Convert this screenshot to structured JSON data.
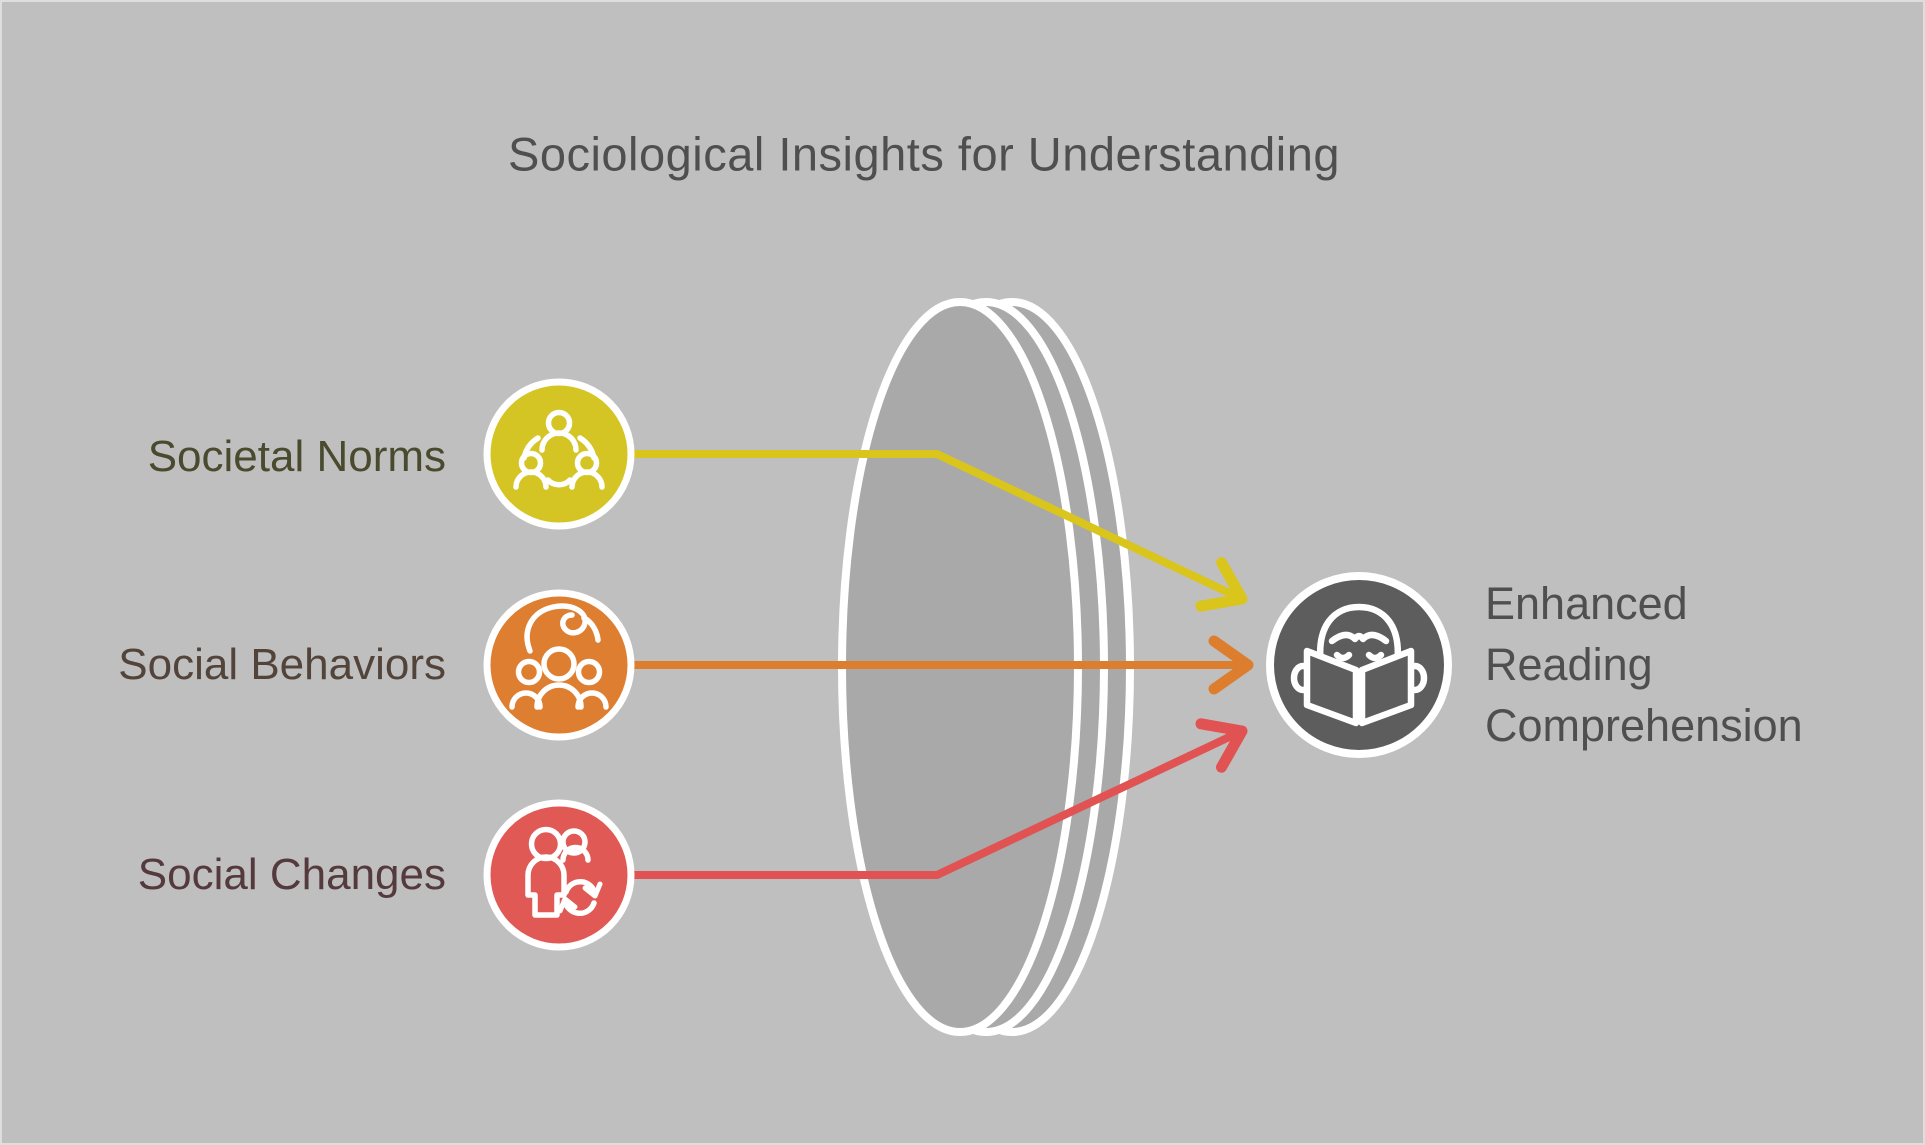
{
  "title": "Sociological Insights for Understanding",
  "inputs": [
    {
      "label": "Societal Norms",
      "icon": "group-network-icon",
      "color": "#d4c525",
      "label_color": "#4a4a2e"
    },
    {
      "label": "Social Behaviors",
      "icon": "hand-over-people-icon",
      "color": "#dd7e30",
      "label_color": "#52443a"
    },
    {
      "label": "Social Changes",
      "icon": "people-change-icon",
      "color": "#e15955",
      "label_color": "#54393d"
    }
  ],
  "output": {
    "label": "Enhanced Reading Comprehension",
    "icon": "person-reading-book-icon",
    "color": "#5d5d5d",
    "label_color": "#4f4f4f"
  },
  "lens": {
    "shape": "lens-ellipses",
    "fill": "#a9a9a9",
    "outline": "#ffffff"
  },
  "colors": {
    "background": "#bfbfbf",
    "arrow_yellow": "#d9c51c",
    "arrow_orange": "#dd7e2f",
    "arrow_red": "#e05352",
    "title_text": "#4f4f4f",
    "circle_ring": "#ffffff"
  }
}
